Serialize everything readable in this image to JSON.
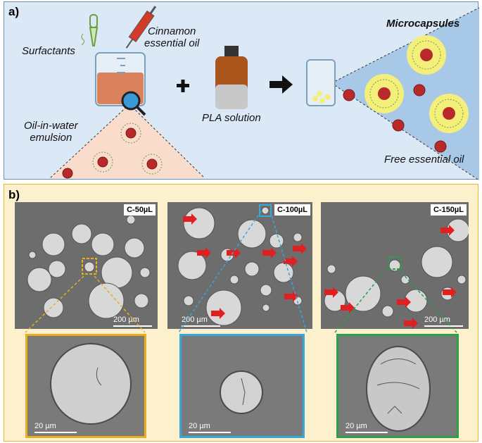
{
  "panel_a": {
    "label": "a)",
    "surfactants": "Surfactants",
    "cinnamon": "Cinnamon\nessential oil",
    "emulsion": "Oil-in-water\nemulsion",
    "pla": "PLA solution",
    "microcapsules": "Microcapsules",
    "free_oil": "Free essential oil",
    "plus": "+"
  },
  "panel_b": {
    "label": "b)",
    "images": [
      {
        "tag": "C-50µL",
        "scale": "200 µm",
        "inset_scale": "20 µm",
        "color": "#e8b020"
      },
      {
        "tag": "C-100µL",
        "scale": "200 µm",
        "inset_scale": "20 µm",
        "color": "#38a8d8"
      },
      {
        "tag": "C-150µL",
        "scale": "200 µm",
        "inset_scale": "20 µm",
        "color": "#2aa04a"
      }
    ]
  },
  "colors": {
    "panel_a_bg": "#dbe8f6",
    "panel_b_bg": "#fdf0cc",
    "droplet": "#b82a2a",
    "shell": "#f4ee7a",
    "arrow": "#e02020"
  }
}
